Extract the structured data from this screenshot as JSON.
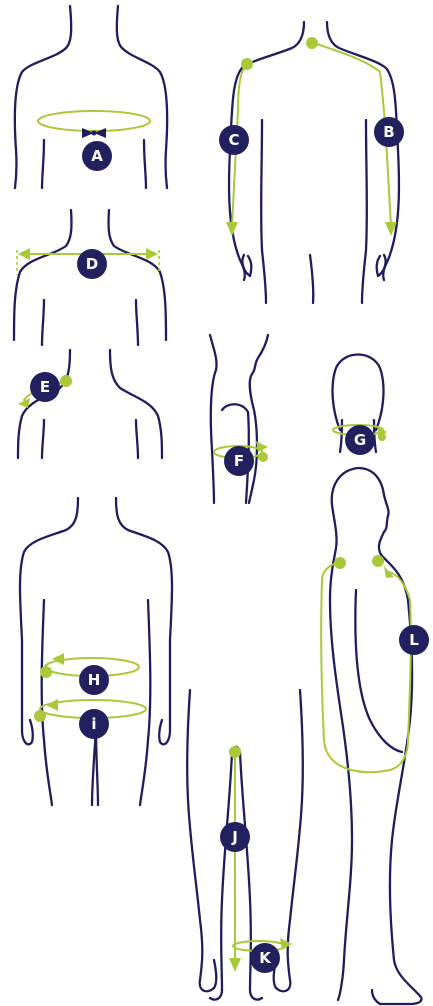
{
  "colors": {
    "outline": "#1f1d5e",
    "guide": "#a9c93a",
    "badge": "#232060",
    "badge_text": "#ffffff"
  },
  "labels": {
    "a": "A",
    "b": "B",
    "c": "C",
    "d": "D",
    "e": "E",
    "f": "F",
    "g": "G",
    "h": "H",
    "i": "i",
    "j": "J",
    "k": "K",
    "l": "L"
  }
}
